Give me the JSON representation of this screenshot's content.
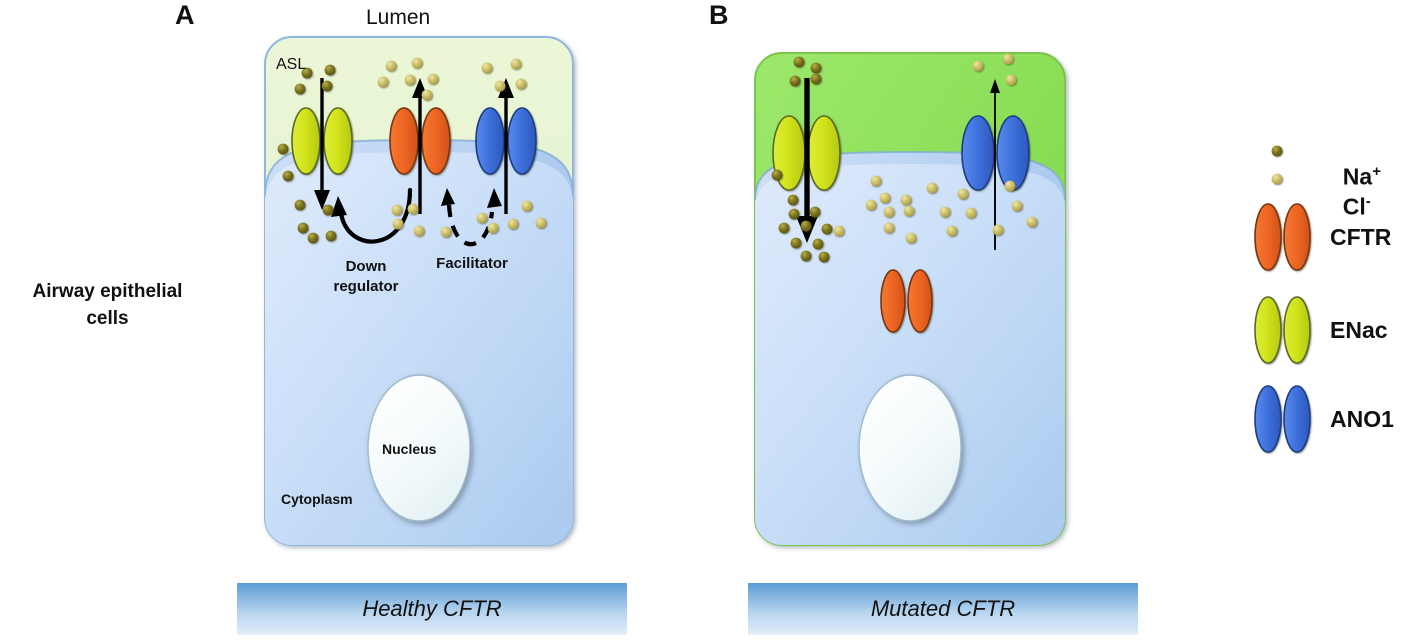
{
  "figure": {
    "top_label": "Lumen",
    "side_label_line1": "Airway epithelial",
    "side_label_line2": "cells"
  },
  "panels": [
    {
      "letter": "A",
      "caption": "Healthy CFTR",
      "asl_label": "ASL",
      "cytoplasm_label": "Cytoplasm",
      "nucleus_label": "Nucleus",
      "annotations": [
        {
          "line1": "Down",
          "line2": "regulator"
        },
        {
          "line1": "Facilitator",
          "line2": ""
        }
      ]
    },
    {
      "letter": "B",
      "caption": "Mutated CFTR",
      "asl_label": "",
      "cytoplasm_label": "",
      "nucleus_label": "",
      "annotations": []
    }
  ],
  "legend": {
    "items": [
      {
        "label": "Na",
        "sup": "+",
        "icon": "ion-dot-sodium",
        "color": "#6b6417"
      },
      {
        "label": "Cl",
        "sup": "-",
        "icon": "ion-dot-chloride",
        "color": "#c8bd63"
      },
      {
        "label": "CFTR",
        "sup": "",
        "icon": "channel-pair-cftr",
        "color": "#ef6724"
      },
      {
        "label": "ENac",
        "sup": "",
        "icon": "channel-pair-enac",
        "color": "#d2e41b"
      },
      {
        "label": "ANO1",
        "sup": "",
        "icon": "channel-pair-ano1",
        "color": "#3f72de"
      }
    ]
  },
  "colors": {
    "cftr_orange": "#ef6724",
    "enac_yellow": "#d2e41b",
    "ano1_blue": "#3f72de",
    "asl_healthy": "#e8f5d2",
    "asl_mutated": "#8ede5c",
    "cytoplasm": "#b9d2f2",
    "caption_bar": "#5b9bd5",
    "na_ion": "#6b6417",
    "cl_ion": "#c8bd63",
    "nucleus": "#f4fafb"
  }
}
